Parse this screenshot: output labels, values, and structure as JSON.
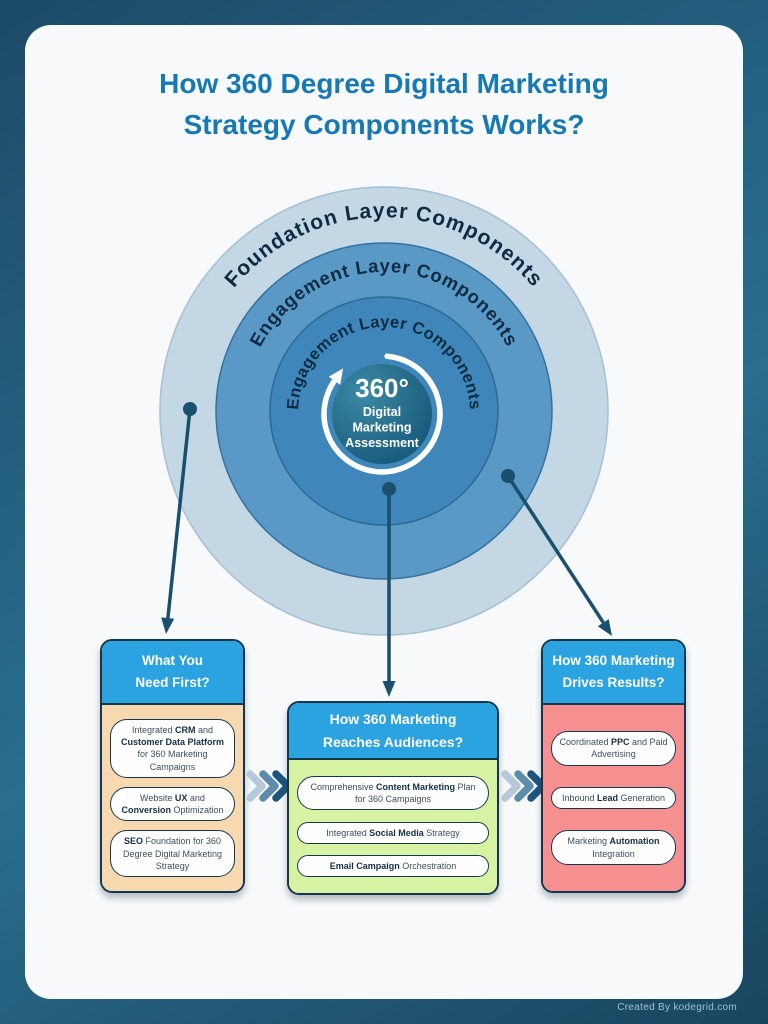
{
  "page": {
    "title_line1": "How 360 Degree Digital Marketing",
    "title_line2": "Strategy Components Works?",
    "credit": "Created By kodegrid.com"
  },
  "diagram": {
    "rings": [
      {
        "label": "Foundation Layer Components",
        "color": "#c4d7e5"
      },
      {
        "label": "Engagement Layer Components",
        "color": "#5a99c6"
      },
      {
        "label": "Engagement Layer Components",
        "color": "#3f87ba"
      }
    ],
    "center": {
      "value": "360°",
      "line1": "Digital",
      "line2": "Marketing",
      "line3": "Assessment",
      "gradient_from": "#3b8aa4",
      "gradient_to": "#0f4f72"
    }
  },
  "cards": [
    {
      "header_line1": "What You",
      "header_line2": "Need First?",
      "header_color": "#2ba3e0",
      "body_color": "#f8d8ae",
      "items": [
        {
          "html": "Integrated <b>CRM</b> and <b>Customer Data Platform</b> for 360 Marketing Campaigns"
        },
        {
          "html": "Website <b>UX</b> and <b>Conversion</b> Optimization"
        },
        {
          "html": "<b>SEO</b> Foundation for 360 Degree Digital Marketing Strategy"
        }
      ]
    },
    {
      "header_line1": "How 360 Marketing",
      "header_line2": "Reaches Audiences?",
      "header_color": "#2ba3e0",
      "body_color": "#d6f2a2",
      "items": [
        {
          "html": "Comprehensive <b>Content Marketing</b> Plan for 360 Campaigns"
        },
        {
          "html": "Integrated <b>Social Media</b> Strategy"
        },
        {
          "html": "<b>Email Campaign</b> Orchestration"
        }
      ]
    },
    {
      "header_line1": "How 360 Marketing",
      "header_line2": "Drives Results?",
      "header_color": "#2ba3e0",
      "body_color": "#f69090",
      "items": [
        {
          "html": "Coordinated <b>PPC</b> and Paid Advertising"
        },
        {
          "html": "Inbound <b>Lead</b> Generation"
        },
        {
          "html": "Marketing <b>Automation</b> Integration"
        }
      ]
    }
  ],
  "colors": {
    "frame": "#1c4b67",
    "poster": "#f7f9fa",
    "title": "#1779b4",
    "connector": "#1b4f6e",
    "chevron_light": "#b6c9d8",
    "chevron_mid": "#5d8cab",
    "chevron_dark": "#1c567f"
  }
}
